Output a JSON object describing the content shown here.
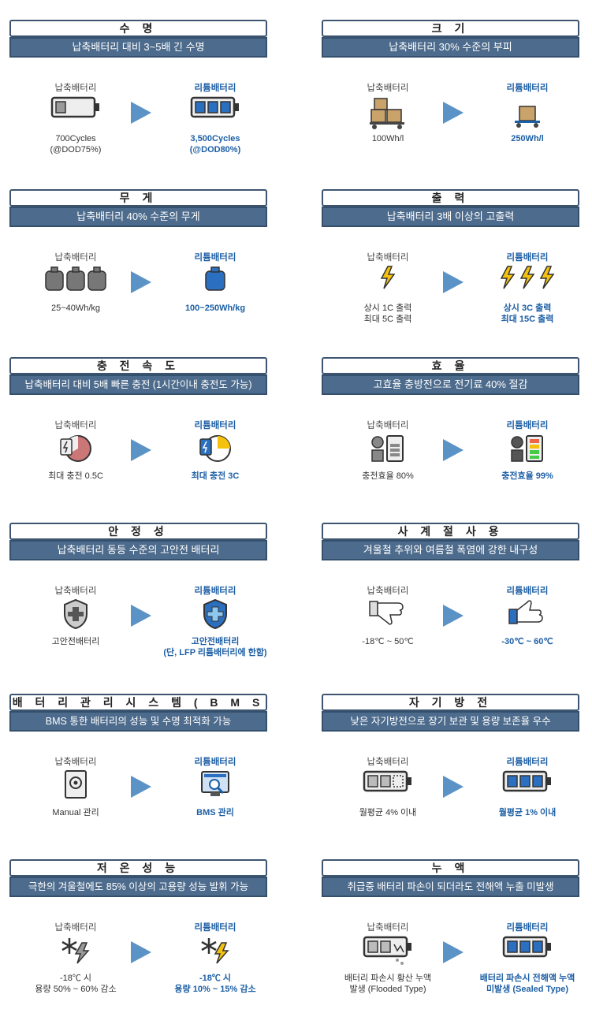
{
  "colors": {
    "accent": "#1d5fa5",
    "header_bg": "#4d6b8c",
    "arrow": "#5b93c7"
  },
  "cards": [
    {
      "title": "수 명",
      "subtitle": "납축배터리 대비 3~5배 긴 수명",
      "left_label": "납축배터리",
      "right_label": "리튬배터리",
      "left_caption": "700Cycles\n(@DOD75%)",
      "right_caption": "3,500Cycles\n(@DOD80%)",
      "left_icon": "battery-low-icon",
      "right_icon": "battery-full-icon"
    },
    {
      "title": "크 기",
      "subtitle": "납축배터리 30% 수준의 부피",
      "left_label": "납축배터리",
      "right_label": "리튬배터리",
      "left_caption": "100Wh/l",
      "right_caption": "250Wh/l",
      "left_icon": "boxes-cart-icon",
      "right_icon": "box-cart-icon"
    },
    {
      "title": "무 게",
      "subtitle": "납축배터리 40% 수준의 무게",
      "left_label": "납축배터리",
      "right_label": "리튬배터리",
      "left_caption": "25~40Wh/kg",
      "right_caption": "100~250Wh/kg",
      "left_icon": "weights-icon",
      "right_icon": "weight-icon"
    },
    {
      "title": "출 력",
      "subtitle": "납축배터리 3배 이상의 고출력",
      "left_label": "납축배터리",
      "right_label": "리튬배터리",
      "left_caption": "상시 1C 출력\n최대 5C 출력",
      "right_caption": "상시 3C 출력\n최대 15C 출력",
      "left_icon": "lightning-icon",
      "right_icon": "triple-lightning-icon"
    },
    {
      "title": "충 전 속 도",
      "subtitle": "납축배터리 대비 5배 빠른 충전 (1시간이내 충전도 가능)",
      "left_label": "납축배터리",
      "right_label": "리튬배터리",
      "left_caption": "최대 충전 0.5C",
      "right_caption": "최대 충전 3C",
      "left_icon": "charge-clock-icon",
      "right_icon": "charge-clock-fast-icon"
    },
    {
      "title": "효 율",
      "subtitle": "고효율 충방전으로 전기료 40% 절감",
      "left_label": "납축배터리",
      "right_label": "리튬배터리",
      "left_caption": "충전효율 80%",
      "right_caption": "충전효율 99%",
      "left_icon": "efficiency-battery-icon",
      "right_icon": "efficiency-battery-full-icon"
    },
    {
      "title": "안 정 성",
      "subtitle": "납축배터리 동등 수준의 고안전 배터리",
      "left_label": "납축배터리",
      "right_label": "리튬배터리",
      "left_caption": "고안전배터리",
      "right_caption": "고안전배터리\n(단, LFP 리튬배터리에 한함)",
      "left_icon": "shield-cross-icon",
      "right_icon": "shield-cross-blue-icon"
    },
    {
      "title": "사 계 절 사 용",
      "subtitle": "겨울철 추위와 여름철 폭염에 강한 내구성",
      "left_label": "납축배터리",
      "right_label": "리튬배터리",
      "left_caption": "-18℃ ~ 50℃",
      "right_caption": "-30℃ ~ 60℃",
      "left_icon": "thumbs-down-icon",
      "right_icon": "thumbs-up-icon"
    },
    {
      "title": "배 터 리 관 리 시 스 템 ( B M S )",
      "subtitle": "BMS 통한 배터리의 성능 및 수명 최적화 가능",
      "left_label": "납축배터리",
      "right_label": "리튬배터리",
      "left_caption": "Manual 관리",
      "right_caption": "BMS 관리",
      "left_icon": "manual-book-icon",
      "right_icon": "bms-monitor-icon"
    },
    {
      "title": "자 기 방 전",
      "subtitle": "낮은 자기방전으로 장기 보관 및 용량 보존율 우수",
      "left_label": "납축배터리",
      "right_label": "리튬배터리",
      "left_caption": "월평균 4% 이내",
      "right_caption": "월평균 1% 이내",
      "left_icon": "battery-discharge-icon",
      "right_icon": "battery-full-icon"
    },
    {
      "title": "저 온 성 능",
      "subtitle": "극한의 겨울철에도 85% 이상의 고용량 성능 발휘 가능",
      "left_label": "납축배터리",
      "right_label": "리튬배터리",
      "left_caption": "-18℃ 시\n용량 50% ~ 60% 감소",
      "right_caption": "-18℃ 시\n용량 10% ~ 15% 감소",
      "left_icon": "snow-lightning-icon",
      "right_icon": "snow-lightning-blue-icon"
    },
    {
      "title": "누 액",
      "subtitle": "취급중 배터리 파손이 되더라도 전해액 누출 미발생",
      "left_label": "납축배터리",
      "right_label": "리튬배터리",
      "left_caption": "배터리 파손시 황산 누액\n발생 (Flooded Type)",
      "right_caption": "배터리 파손시 전해액 누액\n미발생 (Sealed Type)",
      "left_icon": "battery-leak-icon",
      "right_icon": "battery-full-icon"
    }
  ]
}
